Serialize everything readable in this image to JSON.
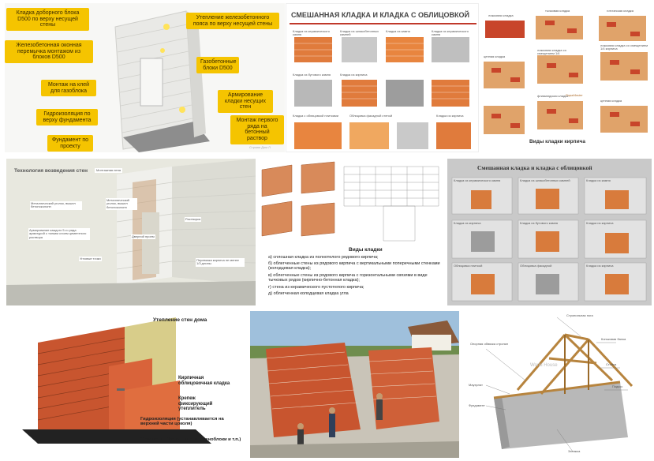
{
  "tiles": {
    "t1": {
      "labels": [
        "Кладка доборного блока D500 по верху несущей стены",
        "Железобетонная оконная перемычка монтажом из блоков D500",
        "Монтаж на клей для газоблока",
        "Гидроизоляция по верху фундамента",
        "Фундамент по проекту",
        "Утепление железобетонного пояса по верху несущей стены",
        "Газобетонные блоки D500",
        "Армирование кладки несущих стен",
        "Монтаж первого ряда на бетонный раствор"
      ],
      "watermark": "Строим Дом Л"
    },
    "t2": {
      "title": "СМЕШАННАЯ КЛАДКА И КЛАДКА С ОБЛИЦОВКОЙ",
      "captions": [
        "Кладка из керамического камня",
        "Кладка из шлакобетонных камней",
        "Кладка из камня",
        "Кладка из керамического камня",
        "Кладка из бутового камня",
        "Кладка из кирпича",
        "Кладка с облицовкой плитками",
        "Облицовка фасадной стеной",
        "Кладка из кирпича"
      ]
    },
    "t3": {
      "labels": [
        "ложковая кладка",
        "тычковая кладка",
        "готическая кладка",
        "цепная кладка",
        "ложковая кладка со смещением 1/4",
        "ложковая кладка со смещением 1/4 кирпича",
        "фламандская кладка",
        "цепная кладка"
      ],
      "footer": "Виды кладки кирпича",
      "brand": "PapaMaster"
    },
    "t4": {
      "title": "Технология возведения стен",
      "labels": [
        "Монтажная пена",
        "Металлический уголок, вышел бетоноколонн",
        "Армирование каждого 5-го ряда арматурой с тонким слоем цементного раствора",
        "Угловые точки",
        "Дверной проем",
        "Перевязка кирпича не менее 1/3 длины",
        "Растворка"
      ]
    },
    "t5": {
      "heading": "Виды кладки",
      "lines": [
        "а) сплошная кладка из полнотелого рядового кирпича;",
        "б) облегченные стены из рядового кирпича с вертикальными поперечными стенками (колодцевая кладка);",
        "в) облегченные стены из рядового кирпича с горизонтальными связями в виде тычковых рядов (кирпично-бетонная кладка);",
        "г) стена из керамического пустотелого кирпича;",
        "д) облегченная колодцевая кладка угла"
      ]
    },
    "t6": {
      "title": "Смешанная кладка и кладка с облицовкой",
      "captions": [
        "Кладка из керамического камня",
        "Кладка из шлакобетонных камней",
        "Кладка из камня",
        "Кладка из кирпича",
        "Кладка из бутового камня",
        "Кладка из кирпича",
        "Облицовка плиткой",
        "Облицовка фасадной",
        "Кладка из кирпича"
      ]
    },
    "t7": {
      "labels": [
        "Утепление стен дома",
        "Кирпичная облицовочная кладка",
        "Крепеж фиксирующий утеплитель",
        "Гидроизоляция (устанавливается на верхней части цоколя)",
        "Основание (бетон, кирпич, пеноблоки и т.п.)"
      ]
    },
    "t9": {
      "labels": [
        "Опорная обвязка стропил",
        "Мауэрлат",
        "Фундамент",
        "Стропильная нога",
        "Коньковая балка",
        "Стойка",
        "Подкос",
        "Затяжка"
      ],
      "brand": "World House"
    }
  },
  "colors": {
    "brick": "#c8552f",
    "yellow": "#f5c400",
    "wall": "#e8e6df"
  }
}
